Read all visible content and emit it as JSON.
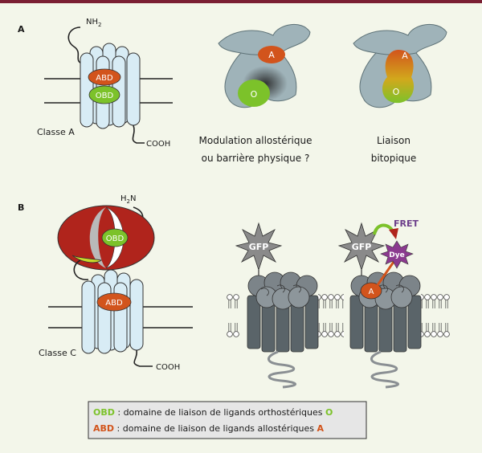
{
  "panel_a": {
    "letter": "A",
    "nh2": "NH",
    "nh2_sub": "2",
    "abd": "ABD",
    "obd": "OBD",
    "cooh": "COOH",
    "classe": "Classe A",
    "mod_a": "A",
    "mod_o": "O",
    "mod_line1": "Modulation allostérique",
    "mod_line2": "ou barrière physique ?",
    "bito_a": "A",
    "bito_o": "O",
    "bito_line1": "Liaison",
    "bito_line2": "bitopique"
  },
  "panel_b": {
    "letter": "B",
    "h2n": "H",
    "h2n_sub": "2",
    "h2n_n": "N",
    "obd": "OBD",
    "abd": "ABD",
    "classe": "Classe C",
    "cooh": "COOH",
    "gfp1": "GFP",
    "gfp2": "GFP",
    "fret": "FRET",
    "dye": "Dye",
    "a": "A"
  },
  "legend": {
    "obd_term": "OBD",
    "obd_text": " : domaine de liaison de ligands orthostériques ",
    "obd_o": "O",
    "abd_term": "ABD",
    "abd_text": " : domaine de liaison de ligands allostériques ",
    "abd_a": "A"
  },
  "colors": {
    "top_bar": "#7a1f33",
    "background": "#f3f6ea",
    "helix_fill": "#d8ecf5",
    "abd_orange": "#d2541c",
    "obd_green": "#7cc22a",
    "vft_red": "#b0241c",
    "protein_grey": "#5a6469",
    "ribbon_grey": "#9fb3b9",
    "dye_purple": "#8b3a8f",
    "fret_purple": "#6b3d8a"
  }
}
